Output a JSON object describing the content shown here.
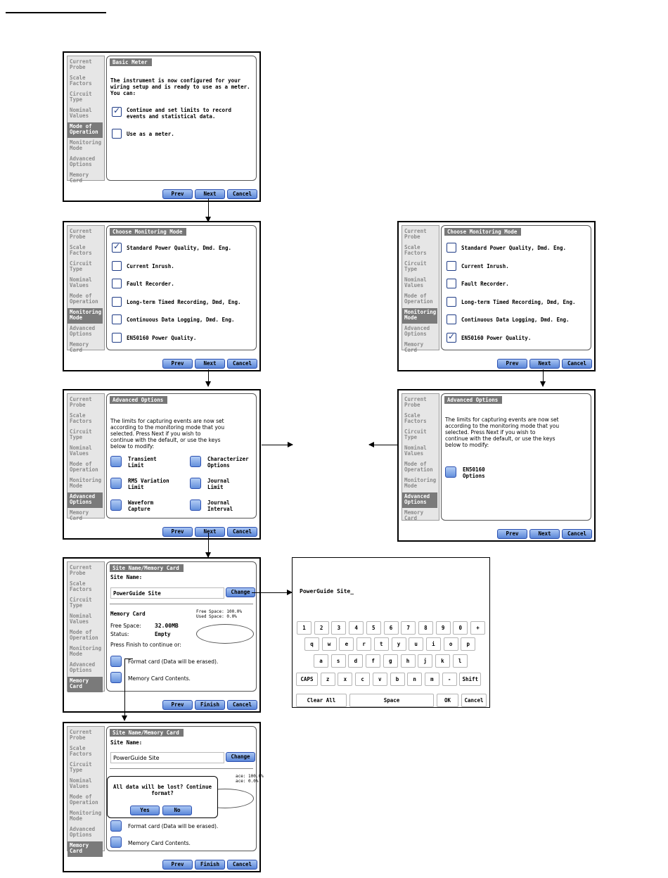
{
  "sidebar": [
    "Current\nProbe",
    "Scale\nFactors",
    "Circuit\nType",
    "Nominal\nValues",
    "Mode of\nOperation",
    "Monitoring\nMode",
    "Advanced\nOptions",
    "Memory\nCard"
  ],
  "buttons": {
    "prev": "Prev",
    "next": "Next",
    "cancel": "Cancel",
    "finish": "Finish",
    "change": "Change",
    "yes": "Yes",
    "no": "No"
  },
  "basic": {
    "title": "Basic Meter",
    "intro": "The instrument is now configured for your\nwiring setup and is ready to use as a meter.\nYou can:",
    "opt1": "Continue and set limits to record\nevents and statistical data.",
    "opt2": "Use as a meter."
  },
  "monitor": {
    "title": "Choose Monitoring Mode",
    "options": [
      "Standard Power Quality, Dmd. Eng.",
      "Current Inrush.",
      "Fault Recorder.",
      "Long-term Timed Recording, Dmd, Eng.",
      "Continuous Data Logging, Dmd. Eng.",
      "EN50160 Power Quality."
    ]
  },
  "advanced": {
    "title": "Advanced Options",
    "intro": "The limits for capturing events are now set\naccording to the monitoring mode that you\nselected. Press Next if you wish to\ncontinue with the default, or use the keys\nbelow to modify:",
    "keys": [
      "Transient\nLimit",
      "Characterizer\nOptions",
      "RMS Variation\nLimit",
      "Journal\nLimit",
      "Waveform\nCapture",
      "Journal\nInterval"
    ],
    "en_key": "EN50160\nOptions"
  },
  "site": {
    "title": "Site Name/Memory Card",
    "label": "Site Name:",
    "value": "PowerGuide Site",
    "mem_title": "Memory Card",
    "legend": "Free Space: 100.0%\nUsed Space: 0.0%",
    "free_label": "Free Space:",
    "free_value": "32.00MB",
    "status_label": "Status:",
    "status_value": "Empty",
    "press": "Press Finish to continue or:",
    "format": "Format card (Data will be erased).",
    "contents": "Memory Card Contents.",
    "legend_partial": "ace: 100.0%\nace: 0.0%",
    "dialog": "All data will be lost? Continue\nformat?"
  },
  "keyboard": {
    "entry": "PowerGuide Site_",
    "row1": [
      "1",
      "2",
      "3",
      "4",
      "5",
      "6",
      "7",
      "8",
      "9",
      "0",
      "+"
    ],
    "row2": [
      "q",
      "w",
      "e",
      "r",
      "t",
      "y",
      "u",
      "i",
      "o",
      "p"
    ],
    "row3": [
      "a",
      "s",
      "d",
      "f",
      "g",
      "h",
      "j",
      "k",
      "l"
    ],
    "row4": [
      "CAPS",
      "z",
      "x",
      "c",
      "v",
      "b",
      "n",
      "m",
      "-",
      "Shift"
    ],
    "clear": "Clear All",
    "space": "Space",
    "ok": "OK",
    "cancel": "Cancel"
  }
}
